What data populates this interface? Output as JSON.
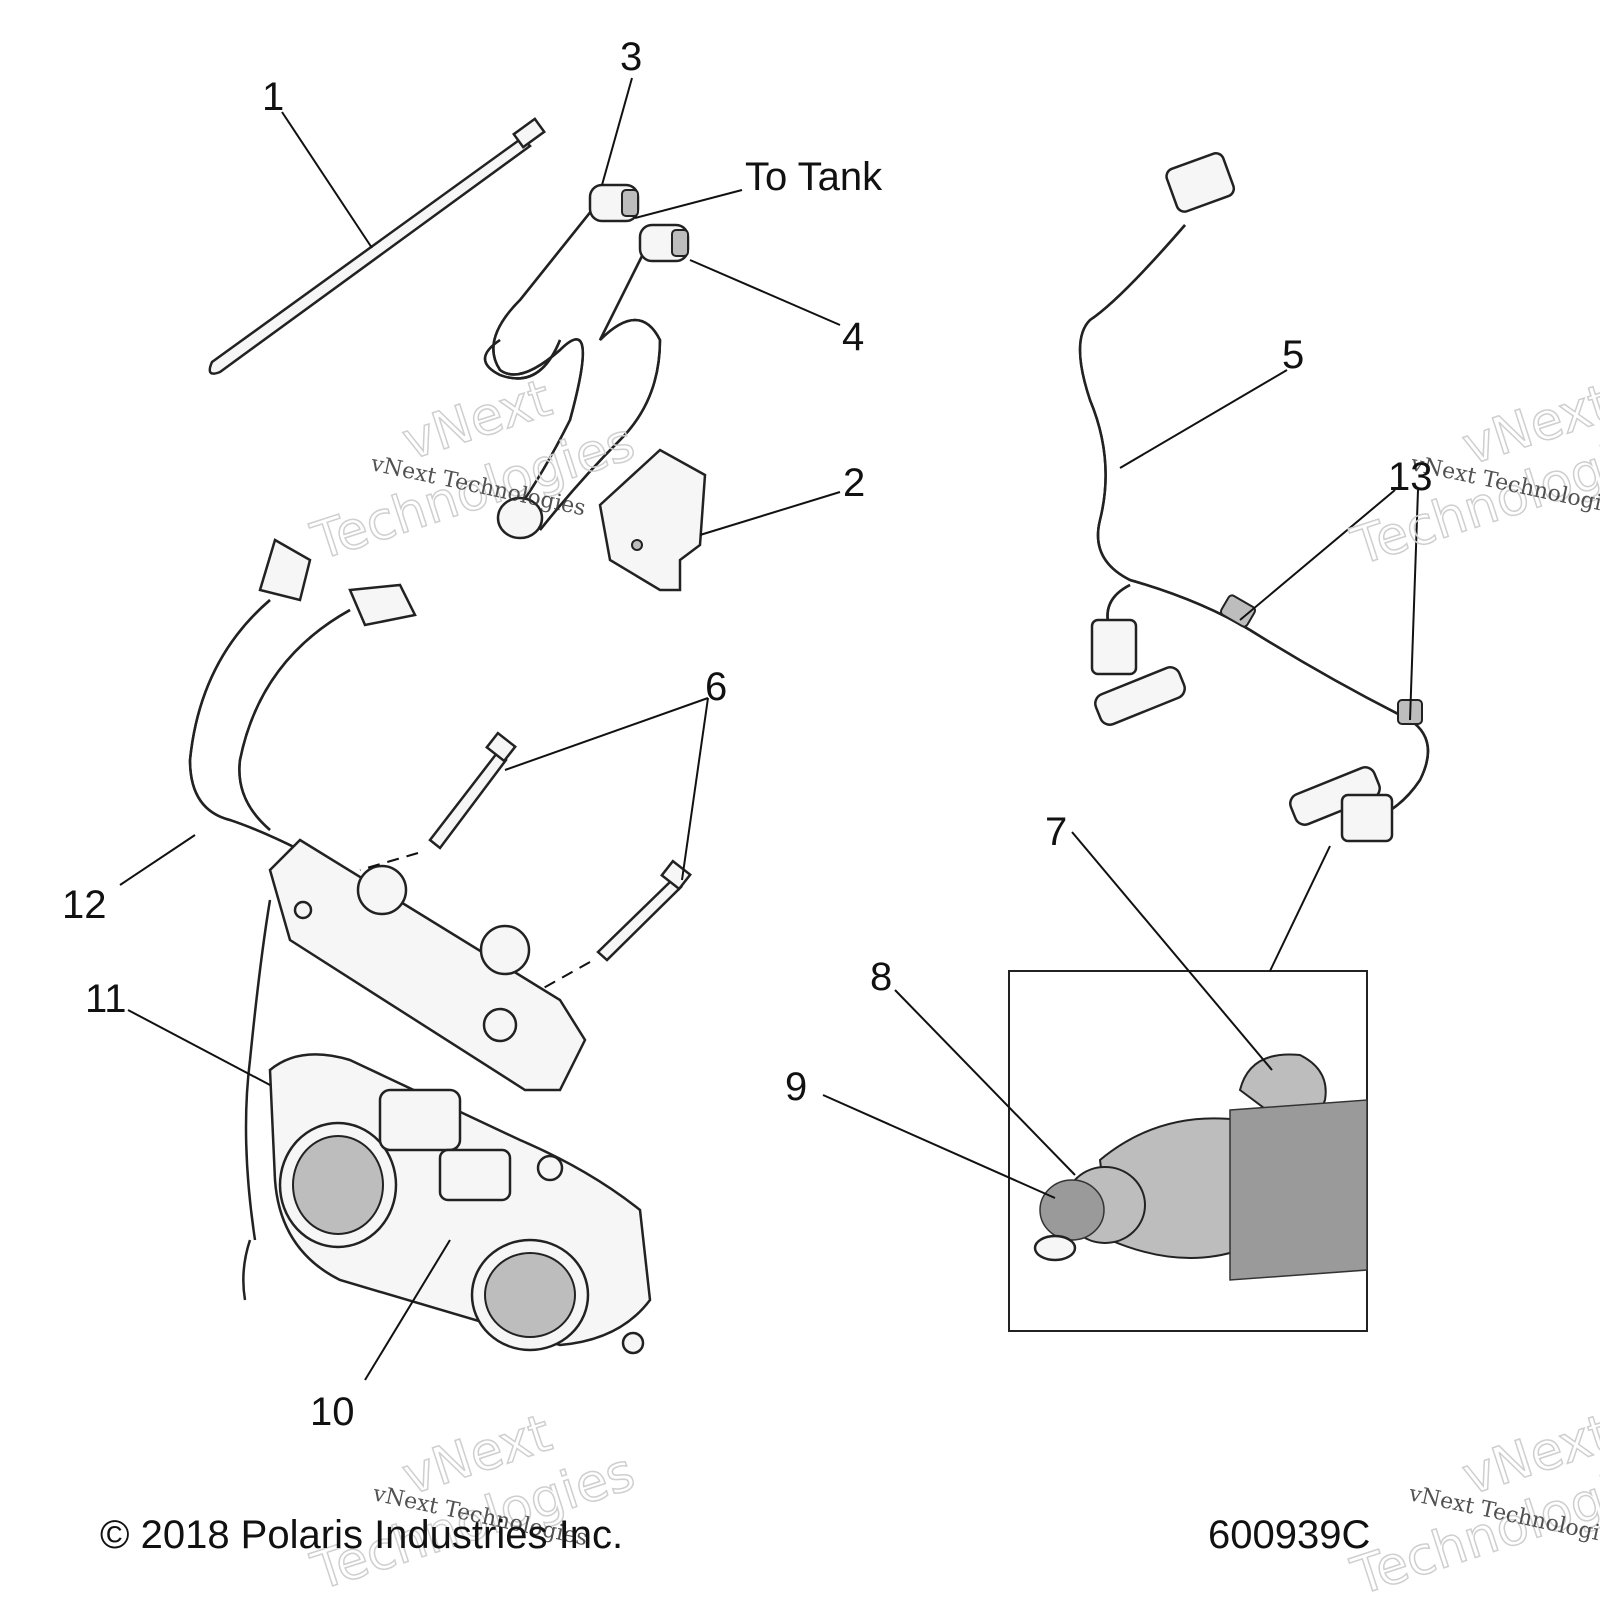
{
  "callouts": {
    "c1": "1",
    "c2": "2",
    "c3": "3",
    "c4": "4",
    "c5": "5",
    "c6": "6",
    "c7": "7",
    "c8": "8",
    "c9": "9",
    "c10": "10",
    "c11": "11",
    "c12": "12",
    "c13": "13"
  },
  "note_to_tank": "To Tank",
  "footer": {
    "copyright": "© 2018 Polaris Industries Inc.",
    "diagram_number": "600939C"
  },
  "watermarks": {
    "serif_text": "vNext Technologies",
    "outline_line1": "vNext",
    "outline_line2": "Technologies"
  }
}
